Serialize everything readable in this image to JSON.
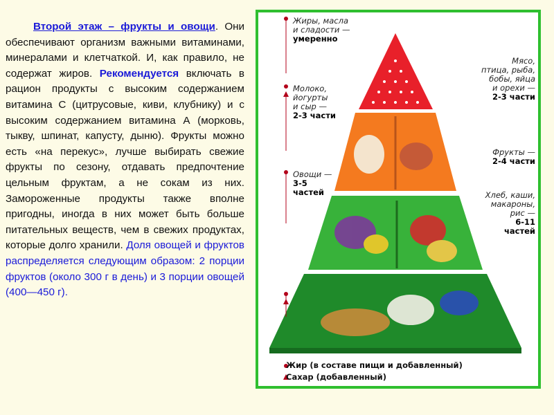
{
  "text": {
    "heading": "Второй этаж – фрукты и овощи",
    "p1": ". Они обеспечивают организм важными витаминами, минералами и клетчаткой. И, как правило, не содержат жиров. ",
    "recommend": "Рекомендуется",
    "p2": " включать в рацион продукты с высоким содержанием витамина С (цитрусовые, киви, клубнику) и с высоким содержанием витамина А (морковь, тыкву, шпинат, капусту, дыню). Фрукты можно есть «на перекус», лучше выбирать свежие фрукты по сезону, отдавать предпочтение цельным фруктам, а не сокам из них. Замороженные продукты также вполне пригодны, иногда в них может быть больше питательных веществ, чем в свежих продуктах, которые долго хранили. ",
    "p3": "Доля овощей и фруктов распределяется следующим образом: 2 порции фруктов (около 300 г в день) и 3 порции овощей (400—450 г)."
  },
  "pyramid": {
    "fats_label": "Жиры, масла\nи сладости —",
    "fats_amount": "умеренно",
    "meat_label": "Мясо,\nптица, рыба,\nбобы, яйца\nи орехи —",
    "meat_amount": "2-3 части",
    "dairy_label": "Молоко,\nйогурты\nи сыр —",
    "dairy_amount": "2-3 части",
    "fruits_label": "Фрукты —",
    "fruits_amount": "2-4 части",
    "veg_label": "Овощи —",
    "veg_amount": "3-5\nчастей",
    "grains_label": "Хлеб, каши,\nмакароны,\nрис —",
    "grains_amount": "6-11\nчастей",
    "legend_fat": "Жир (в составе пищи и добавленный)",
    "legend_sugar": "Сахар (добавленный)"
  },
  "colors": {
    "text_accent": "#1a1ad8",
    "frame": "#2fbf2f",
    "top_tier": "#e8202a",
    "second_tier": "#f47a1f",
    "third_tier": "#38b23a",
    "base_tier": "#1f8a2a",
    "marker": "#b3001a",
    "arrow": "#1a1ad8"
  }
}
